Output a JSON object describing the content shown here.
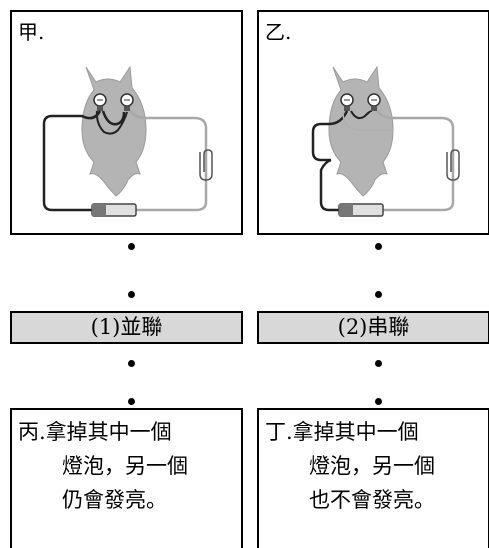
{
  "panels": {
    "left": {
      "label": "甲."
    },
    "right": {
      "label": "乙."
    }
  },
  "options": {
    "left": "(1)並聯",
    "right": "(2)串聯"
  },
  "statements": {
    "left": {
      "lines": [
        "丙.拿掉其中一個",
        "燈泡，另一個",
        "仍會發亮。"
      ]
    },
    "right": {
      "lines": [
        "丁.拿掉其中一個",
        "燈泡，另一個",
        "也不會發亮。"
      ]
    }
  },
  "colors": {
    "owl": "#b4b4b4",
    "wire_dark": "#222222",
    "wire_light": "#a8a8a8",
    "option_fill": "#d8d8d8"
  }
}
